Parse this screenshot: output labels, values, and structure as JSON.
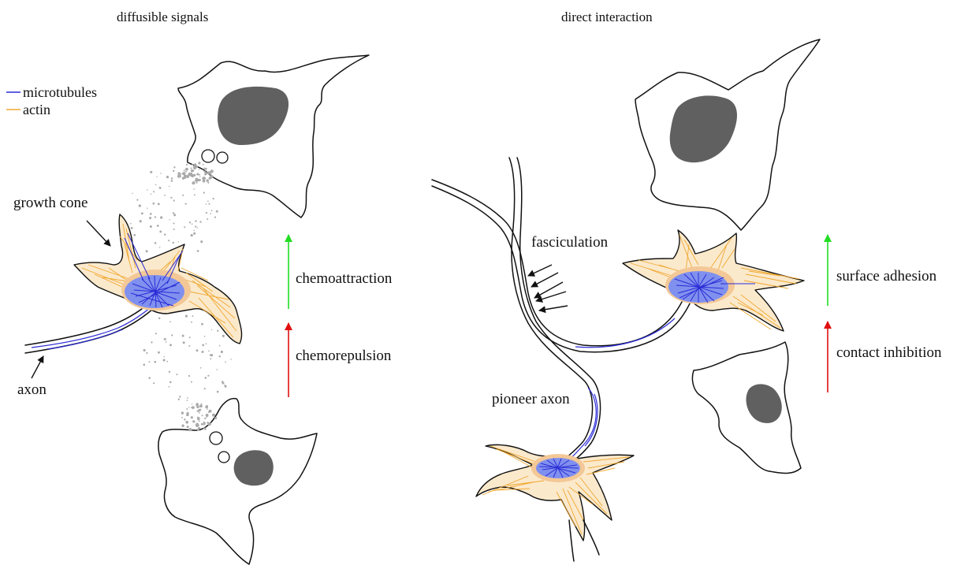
{
  "headings": {
    "left": "diffusible signals",
    "right": "direct interaction"
  },
  "legend": {
    "items": [
      {
        "label": "microtubules",
        "color": "#2b2bd6"
      },
      {
        "label": "actin",
        "color": "#f0a830"
      }
    ]
  },
  "labels": {
    "growth_cone": "growth cone",
    "axon": "axon",
    "fasciculation": "fasciculation",
    "pioneer_axon": "pioneer axon"
  },
  "cues": {
    "chemoattraction": {
      "label": "chemoattraction",
      "color": "#22dd22",
      "direction": "up"
    },
    "chemorepulsion": {
      "label": "chemorepulsion",
      "color": "#e01010",
      "direction": "up"
    },
    "surface_adhesion": {
      "label": "surface adhesion",
      "color": "#22dd22",
      "direction": "up"
    },
    "contact_inhibition": {
      "label": "contact inhibition",
      "color": "#e01010",
      "direction": "up"
    }
  },
  "colors": {
    "outline": "#111111",
    "nucleus": "#606060",
    "growth_cone_fill": "#fbe9cc",
    "central_domain": "#8090ee",
    "central_halo": "#f3c896",
    "signal_dots": "#aaaaaa"
  }
}
